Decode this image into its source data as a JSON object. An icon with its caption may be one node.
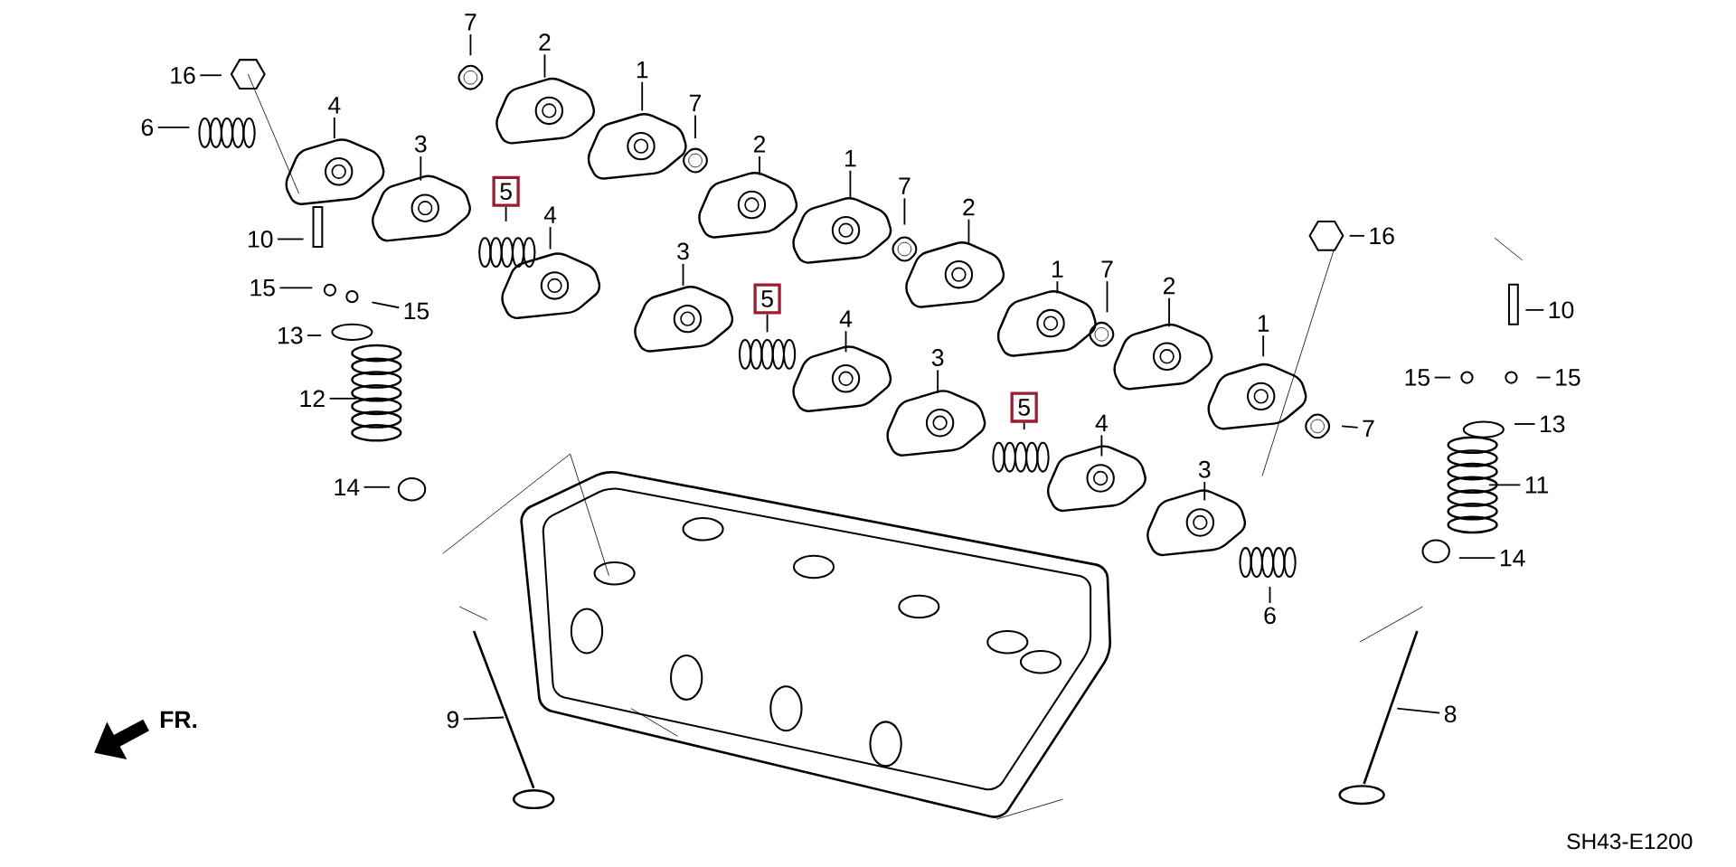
{
  "diagram": {
    "nodes": [
      {
        "text": [
          "16"
        ]
      },
      {
        "text": [
          "6"
        ]
      },
      {
        "text": [
          "7"
        ]
      },
      {
        "text": [
          "2"
        ]
      },
      {
        "text": [
          "4"
        ]
      },
      {
        "text": [
          "1"
        ]
      },
      {
        "text": [
          "7"
        ]
      },
      {
        "text": [
          "3"
        ]
      },
      {
        "text": [
          "2"
        ]
      },
      {
        "text": [
          "5"
        ]
      },
      {
        "text": [
          "1"
        ]
      },
      {
        "text": [
          "7"
        ]
      },
      {
        "text": [
          "2"
        ]
      },
      {
        "text": [
          "10"
        ]
      },
      {
        "text": [
          "4"
        ]
      },
      {
        "text": [
          "3"
        ]
      },
      {
        "text": [
          "15"
        ]
      },
      {
        "text": [
          "15"
        ]
      },
      {
        "text": [
          "16"
        ]
      },
      {
        "text": [
          "1"
        ]
      },
      {
        "text": [
          "7"
        ]
      },
      {
        "text": [
          "2"
        ]
      },
      {
        "text": [
          "10"
        ]
      },
      {
        "text": [
          "5"
        ]
      },
      {
        "text": [
          "13"
        ]
      },
      {
        "text": [
          "4"
        ]
      },
      {
        "text": [
          "1"
        ]
      },
      {
        "text": [
          "15"
        ]
      },
      {
        "text": [
          "15"
        ]
      },
      {
        "text": [
          "3"
        ]
      },
      {
        "text": [
          "12"
        ]
      },
      {
        "text": [
          "5"
        ]
      },
      {
        "text": [
          "13"
        ]
      },
      {
        "text": [
          "7"
        ]
      },
      {
        "text": [
          "4"
        ]
      },
      {
        "text": [
          "3"
        ]
      },
      {
        "text": [
          "11"
        ]
      },
      {
        "text": [
          "14"
        ]
      },
      {
        "text": [
          "14"
        ]
      },
      {
        "text": [
          "6"
        ]
      },
      {
        "text": [
          "9"
        ]
      },
      {
        "text": [
          "8"
        ]
      }
    ],
    "edges": [
      {
        "from": 0,
        "to": null,
        "arrow": "none"
      },
      {
        "from": 1,
        "to": null,
        "arrow": "none"
      },
      {
        "from": 2,
        "to": null,
        "arrow": "none"
      },
      {
        "from": 3,
        "to": null,
        "arrow": "none"
      },
      {
        "from": 4,
        "to": null,
        "arrow": "none"
      },
      {
        "from": 5,
        "to": null,
        "arrow": "none"
      },
      {
        "from": 6,
        "to": null,
        "arrow": "none"
      },
      {
        "from": 7,
        "to": null,
        "arrow": "none"
      },
      {
        "from": 8,
        "to": null,
        "arrow": "none"
      },
      {
        "from": 9,
        "to": null,
        "arrow": "none"
      },
      {
        "from": 10,
        "to": null,
        "arrow": "none"
      },
      {
        "from": 11,
        "to": null,
        "arrow": "none"
      },
      {
        "from": 12,
        "to": null,
        "arrow": "none"
      },
      {
        "from": 13,
        "to": null,
        "arrow": "none"
      },
      {
        "from": 14,
        "to": null,
        "arrow": "none"
      },
      {
        "from": 15,
        "to": null,
        "arrow": "none"
      },
      {
        "from": 16,
        "to": null,
        "arrow": "none"
      },
      {
        "from": 17,
        "to": null,
        "arrow": "none"
      },
      {
        "from": 18,
        "to": null,
        "arrow": "none"
      },
      {
        "from": 19,
        "to": null,
        "arrow": "none"
      },
      {
        "from": 20,
        "to": null,
        "arrow": "none"
      },
      {
        "from": 21,
        "to": null,
        "arrow": "none"
      },
      {
        "from": 22,
        "to": null,
        "arrow": "none"
      },
      {
        "from": 23,
        "to": null,
        "arrow": "none"
      },
      {
        "from": 24,
        "to": null,
        "arrow": "none"
      },
      {
        "from": 25,
        "to": null,
        "arrow": "none"
      },
      {
        "from": 26,
        "to": null,
        "arrow": "none"
      },
      {
        "from": 27,
        "to": null,
        "arrow": "none"
      },
      {
        "from": 28,
        "to": null,
        "arrow": "none"
      },
      {
        "from": 29,
        "to": null,
        "arrow": "none"
      },
      {
        "from": 30,
        "to": null,
        "arrow": "none"
      },
      {
        "from": 31,
        "to": null,
        "arrow": "none"
      },
      {
        "from": 32,
        "to": null,
        "arrow": "none"
      },
      {
        "from": 33,
        "to": null,
        "arrow": "none"
      },
      {
        "from": 34,
        "to": null,
        "arrow": "none"
      },
      {
        "from": 35,
        "to": null,
        "arrow": "none"
      },
      {
        "from": 36,
        "to": null,
        "arrow": "none"
      },
      {
        "from": 37,
        "to": null,
        "arrow": "none"
      },
      {
        "from": 38,
        "to": null,
        "arrow": "none"
      },
      {
        "from": 39,
        "to": null,
        "arrow": "none"
      },
      {
        "from": 40,
        "to": null,
        "arrow": "none"
      },
      {
        "from": 41,
        "to": null,
        "arrow": "none"
      }
    ],
    "labels": [
      "FR.",
      "SH43-E1200"
    ]
  }
}
